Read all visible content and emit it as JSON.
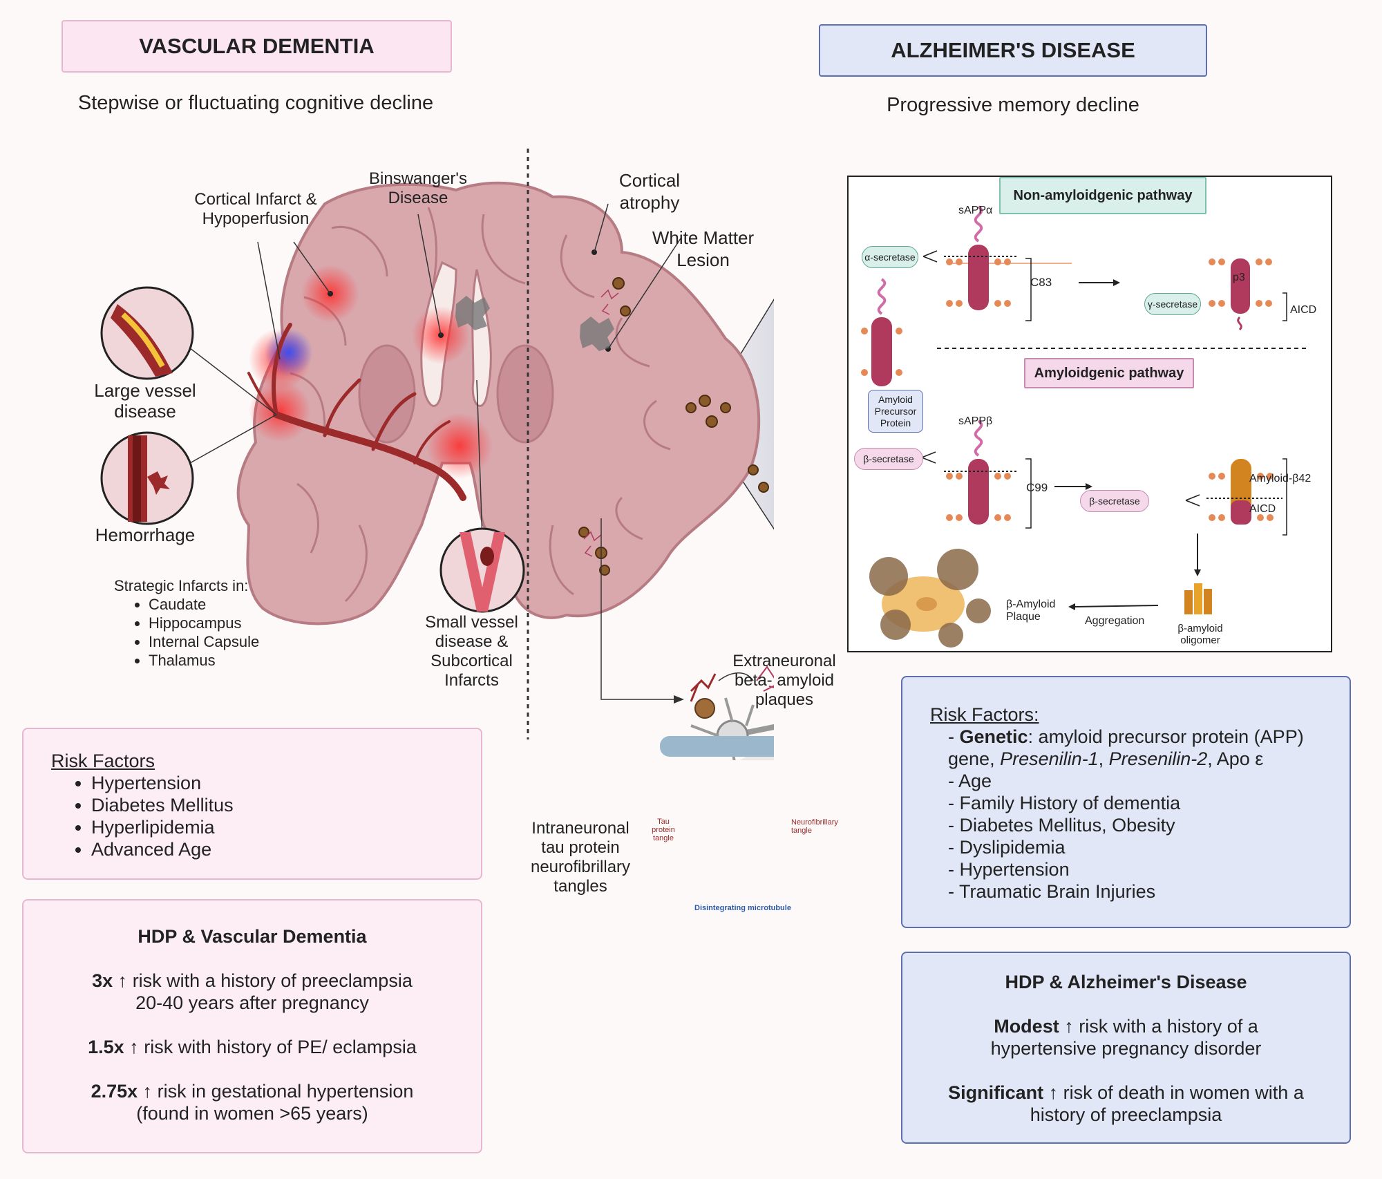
{
  "vd": {
    "title": "VASCULAR DEMENTIA",
    "subtitle": "Stepwise or fluctuating cognitive decline",
    "labels": {
      "cortical_infarct": "Cortical Infarct & Hypoperfusion",
      "binswanger": "Binswanger's Disease",
      "large_vessel": "Large vessel disease",
      "hemorrhage": "Hemorrhage",
      "small_vessel": "Small vessel disease & Subcortical Infarcts"
    },
    "strategic": {
      "title": "Strategic Infarcts in:",
      "items": [
        "Caudate",
        "Hippocampus",
        "Internal Capsule",
        "Thalamus"
      ]
    },
    "risk": {
      "title": "Risk Factors",
      "items": [
        "Hypertension",
        "Diabetes Mellitus",
        "Hyperlipidemia",
        "Advanced Age"
      ]
    },
    "hdp": {
      "title": "HDP & Vascular Dementia",
      "lines": [
        {
          "bold": "3x ↑",
          "text": " risk with a history of preeclampsia",
          "text2": "20-40 years after pregnancy"
        },
        {
          "bold": "1.5x ↑",
          "text": " risk with history of PE/ eclampsia",
          "text2": ""
        },
        {
          "bold": "2.75x ↑",
          "text": " risk in gestational hypertension",
          "text2": "(found in women >65 years)"
        }
      ]
    }
  },
  "ad": {
    "title": "ALZHEIMER'S DISEASE",
    "subtitle": "Progressive memory decline",
    "labels": {
      "cortical_atrophy": "Cortical atrophy",
      "white_matter": "White Matter Lesion",
      "extraneuronal": "Extraneuronal beta- amyloid plaques",
      "intraneuronal": "Intraneuronal tau protein neurofibrillary tangles",
      "tau_tangle": "Tau protein tangle",
      "nf_tangle": "Neurofibrillary tangle",
      "microtubule": "Disintegrating microtubule"
    },
    "pathway": {
      "non_amyloid": "Non-amyloidgenic pathway",
      "amyloid": "Amyloidgenic pathway",
      "sAPPa": "sAPPα",
      "sAPPb": "sAPPβ",
      "alpha_secretase": "α-secretase",
      "gamma_secretase": "γ-secretase",
      "beta_secretase": "β-secretase",
      "beta_secretase2": "β-secretase",
      "c83": "C83",
      "c99": "C99",
      "p3": "p3",
      "aicd1": "AICD",
      "aicd2": "AICD",
      "app": "Amyloid Precursor Protein",
      "amyloid_b42": "Amyloid-β42",
      "plaque": "β-Amyloid Plaque",
      "aggregation": "Aggregation",
      "oligomer": "β-amyloid oligomer"
    },
    "risk": {
      "title": "Risk Factors:",
      "genetic_label": "Genetic",
      "genetic_text": ": amyloid precursor protein (APP) gene, ",
      "presenilin1": "Presenilin-1",
      "presenilin2": "Presenilin-2",
      "apo": ", Apo ε",
      "items": [
        "- Age",
        "- Family History of dementia",
        "- Diabetes Mellitus, Obesity",
        "- Dyslipidemia",
        "- Hypertension",
        "- Traumatic Brain Injuries"
      ]
    },
    "hdp": {
      "title": "HDP & Alzheimer's Disease",
      "l1_bold": "Modest",
      "l1_text": " ↑ risk with a history of a",
      "l1_text2": "hypertensive pregnancy disorder",
      "l2_bold": "Significant",
      "l2_text": " ↑ risk of death in women with a",
      "l2_text2": "history of preeclampsia"
    }
  },
  "colors": {
    "vd_header_bg": "#fbe6f1",
    "vd_header_border": "#e7b7cf",
    "ad_header_bg": "#e2e7f7",
    "ad_header_border": "#5d6fb0",
    "brain": "#d9a8ad",
    "brain_dark": "#b77b84",
    "vessel": "#9c2a2a",
    "membrane": "#e58a56",
    "protein": "#b03a5e"
  }
}
